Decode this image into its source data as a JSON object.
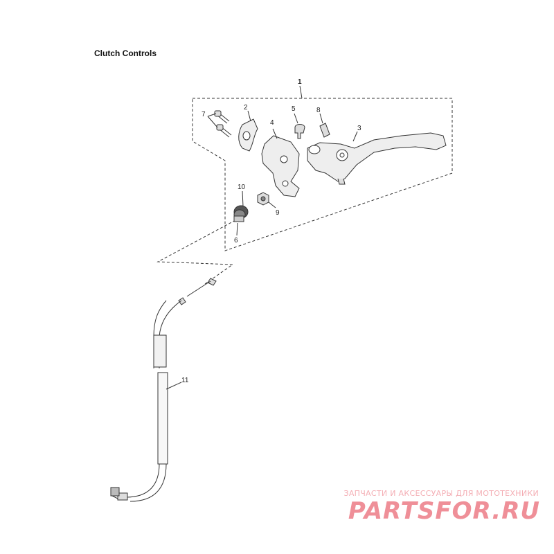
{
  "title": "Clutch Controls",
  "callouts": {
    "c1": "1",
    "c2": "2",
    "c3": "3",
    "c4": "4",
    "c5": "5",
    "c6": "6",
    "c7": "7",
    "c8": "8",
    "c9": "9",
    "c10": "10",
    "c11": "11"
  },
  "watermark": {
    "tagline": "ЗАПЧАСТИ И АКСЕССУАРЫ ДЛЯ МОТОТЕХНИКИ",
    "logo": "PARTSFOR.RU"
  },
  "colors": {
    "line": "#333333",
    "watermark": "#ef8f98"
  }
}
